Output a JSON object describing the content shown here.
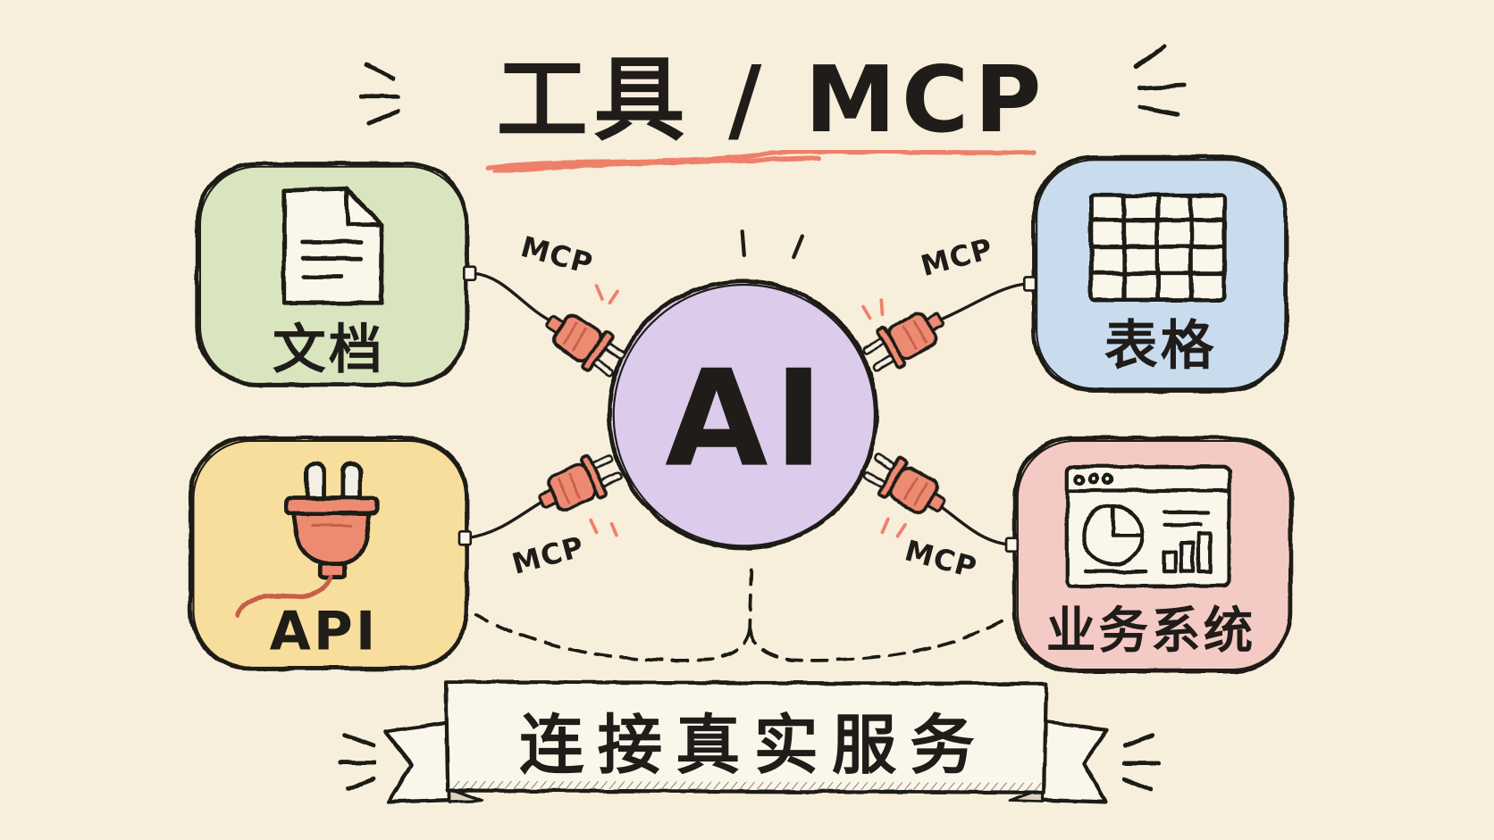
{
  "title": "工具 / MCP",
  "center": {
    "label": "AI",
    "color": "#dccbeb"
  },
  "nodes": {
    "docs": {
      "label": "文档",
      "icon": "document-icon",
      "color": "#d8e5bf"
    },
    "sheets": {
      "label": "表格",
      "icon": "table-icon",
      "color": "#c9dcee"
    },
    "api": {
      "label": "API",
      "icon": "plug-icon",
      "color": "#f7de9c"
    },
    "business": {
      "label": "业务系统",
      "icon": "dashboard-icon",
      "color": "#f4cbc4"
    }
  },
  "connectors": {
    "docs": {
      "label": "MCP",
      "icon": "plug-connector-icon"
    },
    "sheets": {
      "label": "MCP",
      "icon": "plug-connector-icon"
    },
    "api": {
      "label": "MCP",
      "icon": "plug-connector-icon"
    },
    "business": {
      "label": "MCP",
      "icon": "plug-connector-icon"
    }
  },
  "banner": {
    "text": "连接真实服务"
  },
  "colors": {
    "background": "#f7eedb",
    "ink": "#1f1c19",
    "accent": "#ee806b",
    "plug": "#ec8b72",
    "paper": "#fbf6ea"
  }
}
